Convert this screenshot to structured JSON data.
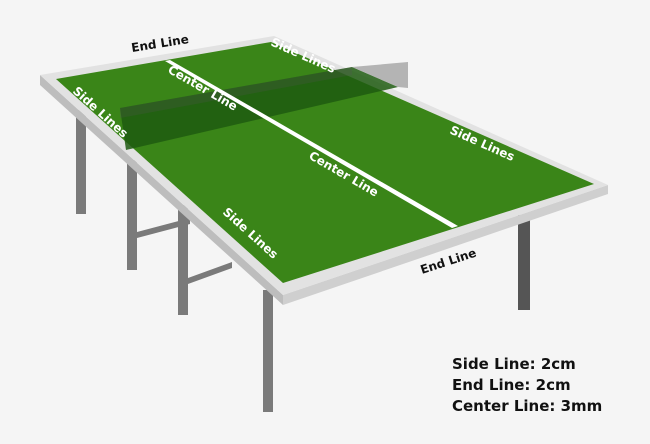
{
  "labels": {
    "end_line_back": "End Line",
    "end_line_front": "End Line",
    "side_lines_back_right": "Side Lines",
    "side_lines_back_left": "Side Lines",
    "side_lines_front_right": "Side Lines",
    "side_lines_front_left": "Side Lines",
    "center_line_back": "Center Line",
    "center_line_front": "Center Line"
  },
  "legend": [
    "Side Line: 2cm",
    "End Line: 2cm",
    "Center Line: 3mm"
  ],
  "colors": {
    "table_green": "#3a8518",
    "net_shadow": "#1f5a10",
    "frame": "#d8d8d8",
    "legs": "#777777"
  }
}
